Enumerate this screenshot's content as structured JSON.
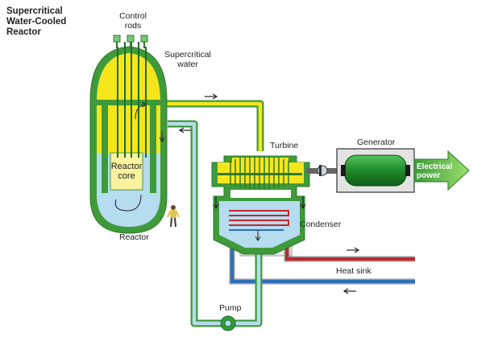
{
  "title": [
    "Supercritical",
    "Water-Cooled",
    "Reactor"
  ],
  "labels": {
    "control_rods": [
      "Control",
      "rods"
    ],
    "supercritical_water": [
      "Supercritical",
      "water"
    ],
    "reactor_core": [
      "Reactor",
      "core"
    ],
    "reactor": "Reactor",
    "turbine": "Turbine",
    "generator": "Generator",
    "electrical_power": [
      "Electrical",
      "power"
    ],
    "condenser": "Condenser",
    "heat_sink": "Heat sink",
    "pump": "Pump"
  },
  "colors": {
    "outer_green": "#3f9b3a",
    "supercritical_yellow": "#f5e61c",
    "core_yellow": "#fbf3a0",
    "water_blue": "#b6dcef",
    "pipe_blue": "#2e6fb8",
    "pipe_red": "#c1272d",
    "generator_green": "#1f8a2c",
    "arrow_green": "#6cc04a"
  }
}
